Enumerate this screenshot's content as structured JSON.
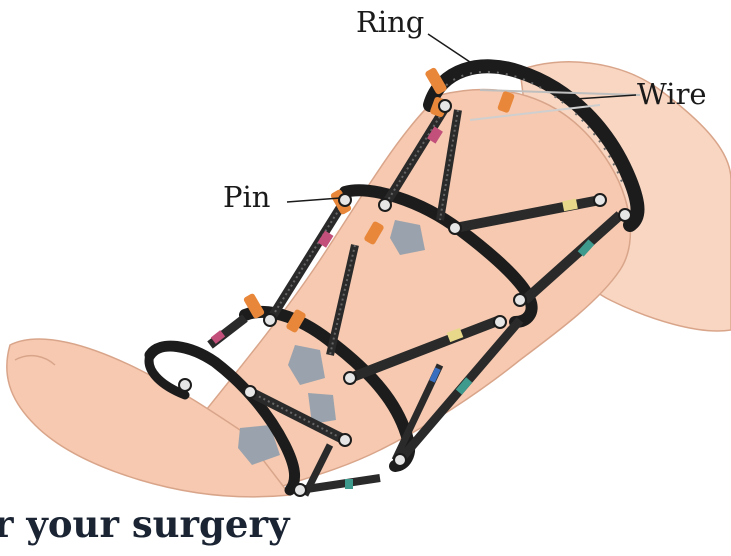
{
  "labels": {
    "ring": "Ring",
    "wire": "Wire",
    "pin": "Pin"
  },
  "caption": "r your surgery",
  "colors": {
    "skin": "#f6c9b0",
    "skin_shadow": "#e9ab8d",
    "frame": "#1c1c1c",
    "rod": "#2a2a2a",
    "pin_orange": "#e8873a",
    "pad_gray": "#9aa3ad",
    "band_pink": "#c2507a",
    "band_yellow": "#e8d98a",
    "band_teal": "#3d9a8c",
    "caption": "#1b2433"
  }
}
